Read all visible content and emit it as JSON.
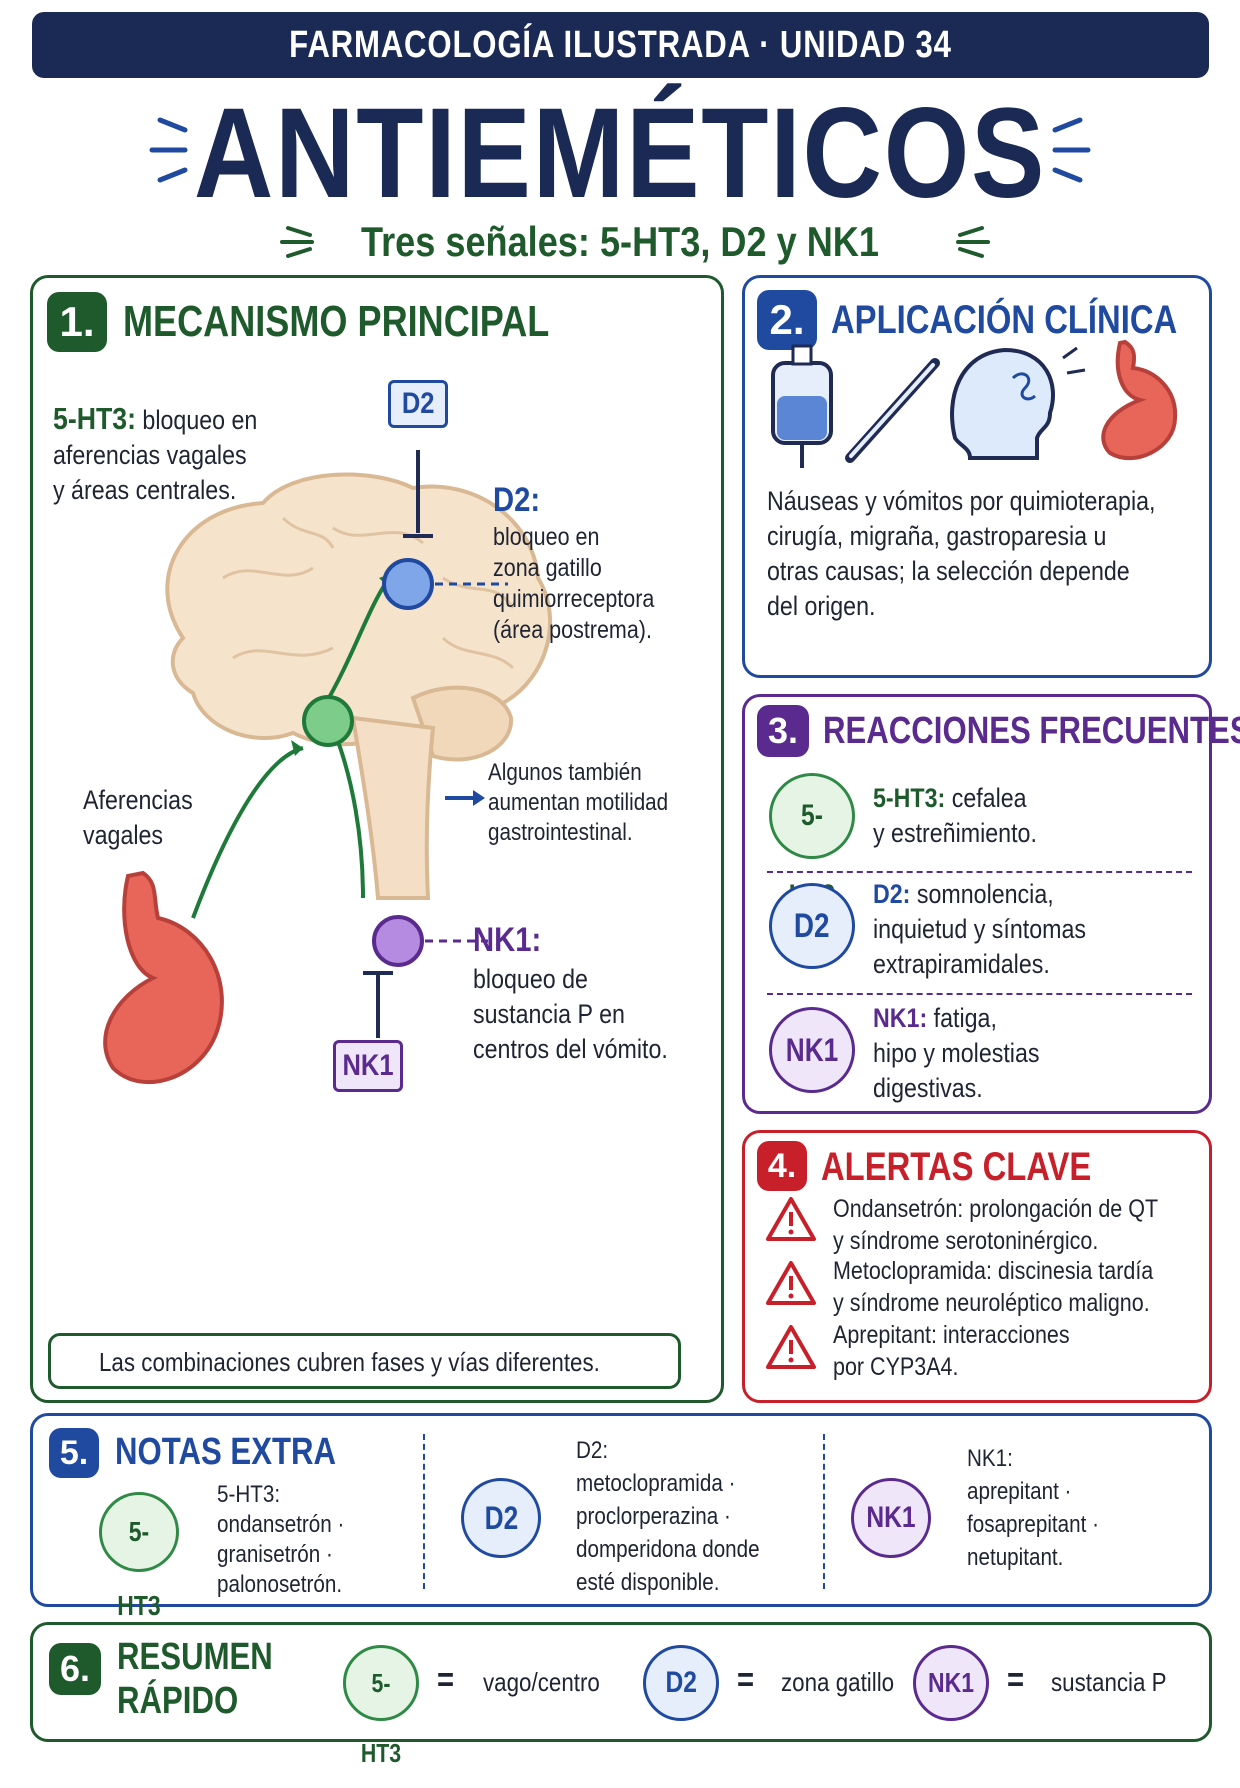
{
  "header": {
    "banner": "FARMACOLOGÍA ILUSTRADA · UNIDAD 34",
    "title": "ANTIEMÉTICOS",
    "subtitle": "Tres señales: 5-HT3, D2 y NK1"
  },
  "colors": {
    "navy": "#1b2a55",
    "green": "#1f5a2c",
    "blue": "#1f4aa0",
    "purple": "#5a2a8f",
    "red": "#c8202a"
  },
  "mechanism": {
    "number": "1.",
    "title": "MECANISMO PRINCIPAL",
    "ht3_label": "5-HT3:",
    "ht3_text": [
      "bloqueo en",
      "aferencias vagales",
      "y áreas centrales."
    ],
    "d2_box": "D2",
    "d2_label": "D2:",
    "d2_text": [
      "bloqueo en",
      "zona gatillo",
      "quimiorreceptora",
      "(área postrema)."
    ],
    "motility_text": [
      "Algunos también",
      "aumentan motilidad",
      "gastrointestinal."
    ],
    "afferent_text": [
      "Aferencias",
      "vagales"
    ],
    "nk1_label": "NK1:",
    "nk1_text": [
      "bloqueo de",
      "sustancia P en",
      "centros del vómito."
    ],
    "nk1_box": "NK1",
    "note": "Las combinaciones cubren fases y vías diferentes.",
    "icons": [
      "brain-icon",
      "stomach-icon"
    ]
  },
  "clinical": {
    "number": "2.",
    "title": "APLICACIÓN CLÍNICA",
    "icons": [
      "iv-bag-icon",
      "scalpel-icon",
      "migraine-head-icon",
      "stomach-icon"
    ],
    "text": [
      "Náuseas y vómitos por quimioterapia,",
      "cirugía, migraña, gastroparesia u",
      "otras causas; la selección depende",
      "del origen."
    ]
  },
  "reactions": {
    "number": "3.",
    "title": "REACCIONES FRECUENTES",
    "items": [
      {
        "badge": "5-HT3",
        "label": "5-HT3:",
        "lines": [
          " cefalea",
          "y estreñimiento."
        ]
      },
      {
        "badge": "D2",
        "label": "D2:",
        "lines": [
          " somnolencia,",
          "inquietud y síntomas",
          "extrapiramidales."
        ]
      },
      {
        "badge": "NK1",
        "label": "NK1:",
        "lines": [
          " fatiga,",
          "hipo y molestias",
          "digestivas."
        ]
      }
    ]
  },
  "alerts": {
    "number": "4.",
    "title": "ALERTAS CLAVE",
    "items": [
      [
        "Ondansetrón: prolongación de QT",
        "y síndrome serotoninérgico."
      ],
      [
        "Metoclopramida: discinesia tardía",
        "y síndrome neuroléptico maligno."
      ],
      [
        "Aprepitant: interacciones",
        "por CYP3A4."
      ]
    ]
  },
  "notes": {
    "number": "5.",
    "title": "NOTAS EXTRA",
    "groups": [
      {
        "badge": "5-HT3",
        "lines": [
          "5-HT3:",
          "ondansetrón ·",
          "granisetrón ·",
          "palonosetrón."
        ]
      },
      {
        "badge": "D2",
        "lines": [
          "D2:",
          "metoclopramida ·",
          "proclorperazina ·",
          "domperidona donde",
          "esté disponible."
        ]
      },
      {
        "badge": "NK1",
        "lines": [
          "NK1:",
          "aprepitant ·",
          "fosaprepitant ·",
          "netupitant."
        ]
      }
    ]
  },
  "summary": {
    "number": "6.",
    "title": [
      "RESUMEN",
      "RÁPIDO"
    ],
    "items": [
      {
        "badge": "5-HT3",
        "eq": "=",
        "text": "vago/centro"
      },
      {
        "badge": "D2",
        "eq": "=",
        "text": "zona gatillo"
      },
      {
        "badge": "NK1",
        "eq": "=",
        "text": "sustancia P"
      }
    ]
  }
}
